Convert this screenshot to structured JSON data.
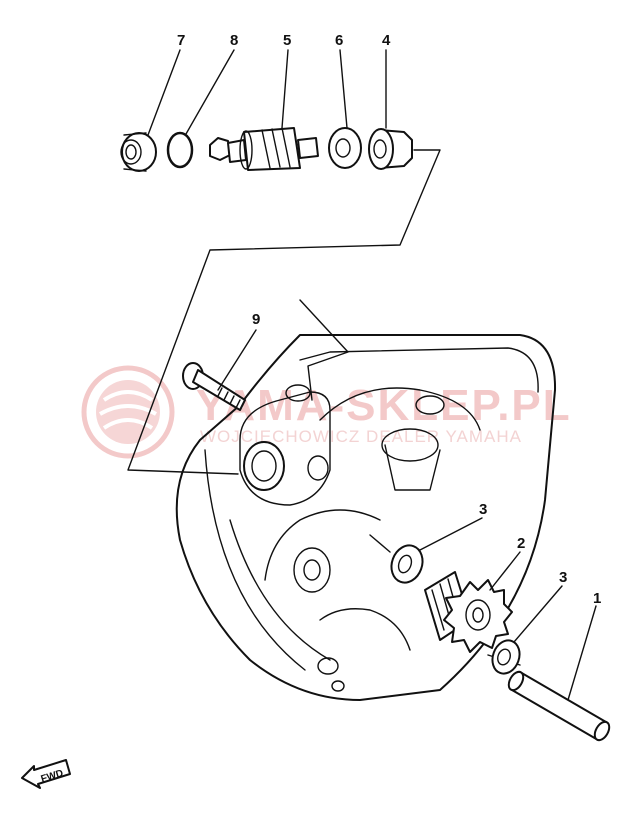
{
  "watermark": {
    "main_text": "YAMA-SKLEP.PL",
    "sub_text": "WOJCIECHOWICZ DEALER YAMAHA",
    "color": "#f3c9c9"
  },
  "callouts": {
    "part_1": "1",
    "part_2": "2",
    "part_3_upper": "3",
    "part_3_lower": "3",
    "part_4": "4",
    "part_5": "5",
    "part_6": "6",
    "part_7": "7",
    "part_8": "8",
    "part_9": "9"
  },
  "fwd_label": "FWD",
  "parts": [
    {
      "number": "1",
      "shape": "pin"
    },
    {
      "number": "2",
      "shape": "gear"
    },
    {
      "number": "3",
      "shape": "washer"
    },
    {
      "number": "4",
      "shape": "bushing"
    },
    {
      "number": "5",
      "shape": "gear-shaft"
    },
    {
      "number": "6",
      "shape": "washer"
    },
    {
      "number": "7",
      "shape": "oil-seal"
    },
    {
      "number": "8",
      "shape": "o-ring"
    },
    {
      "number": "9",
      "shape": "bolt"
    }
  ]
}
